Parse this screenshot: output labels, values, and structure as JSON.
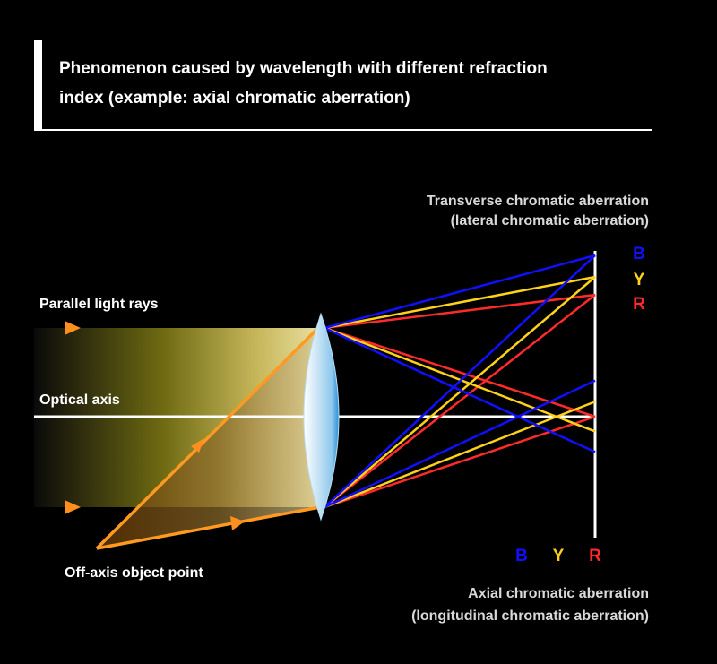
{
  "title": {
    "line1": "Phenomenon caused by wavelength with different refraction",
    "line2": "index (example: axial chromatic aberration)"
  },
  "labels": {
    "parallel_rays": "Parallel light rays",
    "optical_axis": "Optical axis",
    "off_axis_point": "Off-axis object point",
    "transverse_line1": "Transverse chromatic aberration",
    "transverse_line2": "(lateral chromatic aberration)",
    "axial_line1": "Axial chromatic aberration",
    "axial_line2": "(longitudinal chromatic aberration)"
  },
  "colors": {
    "background": "#000000",
    "blue": "#1010ff",
    "yellow": "#ffd21a",
    "red": "#ff2a2a",
    "orange_ray": "#ff8c1a",
    "axis": "#ffffff",
    "lens": "#7fc4ea"
  },
  "wavelengths": [
    {
      "key": "B",
      "label": "B",
      "color": "#1010ff"
    },
    {
      "key": "Y",
      "label": "Y",
      "color": "#ffd21a"
    },
    {
      "key": "R",
      "label": "R",
      "color": "#ff2a2a"
    }
  ],
  "icons": {
    "lens": "biconvex-lens-icon",
    "arrow": "ray-direction-arrow-icon"
  }
}
